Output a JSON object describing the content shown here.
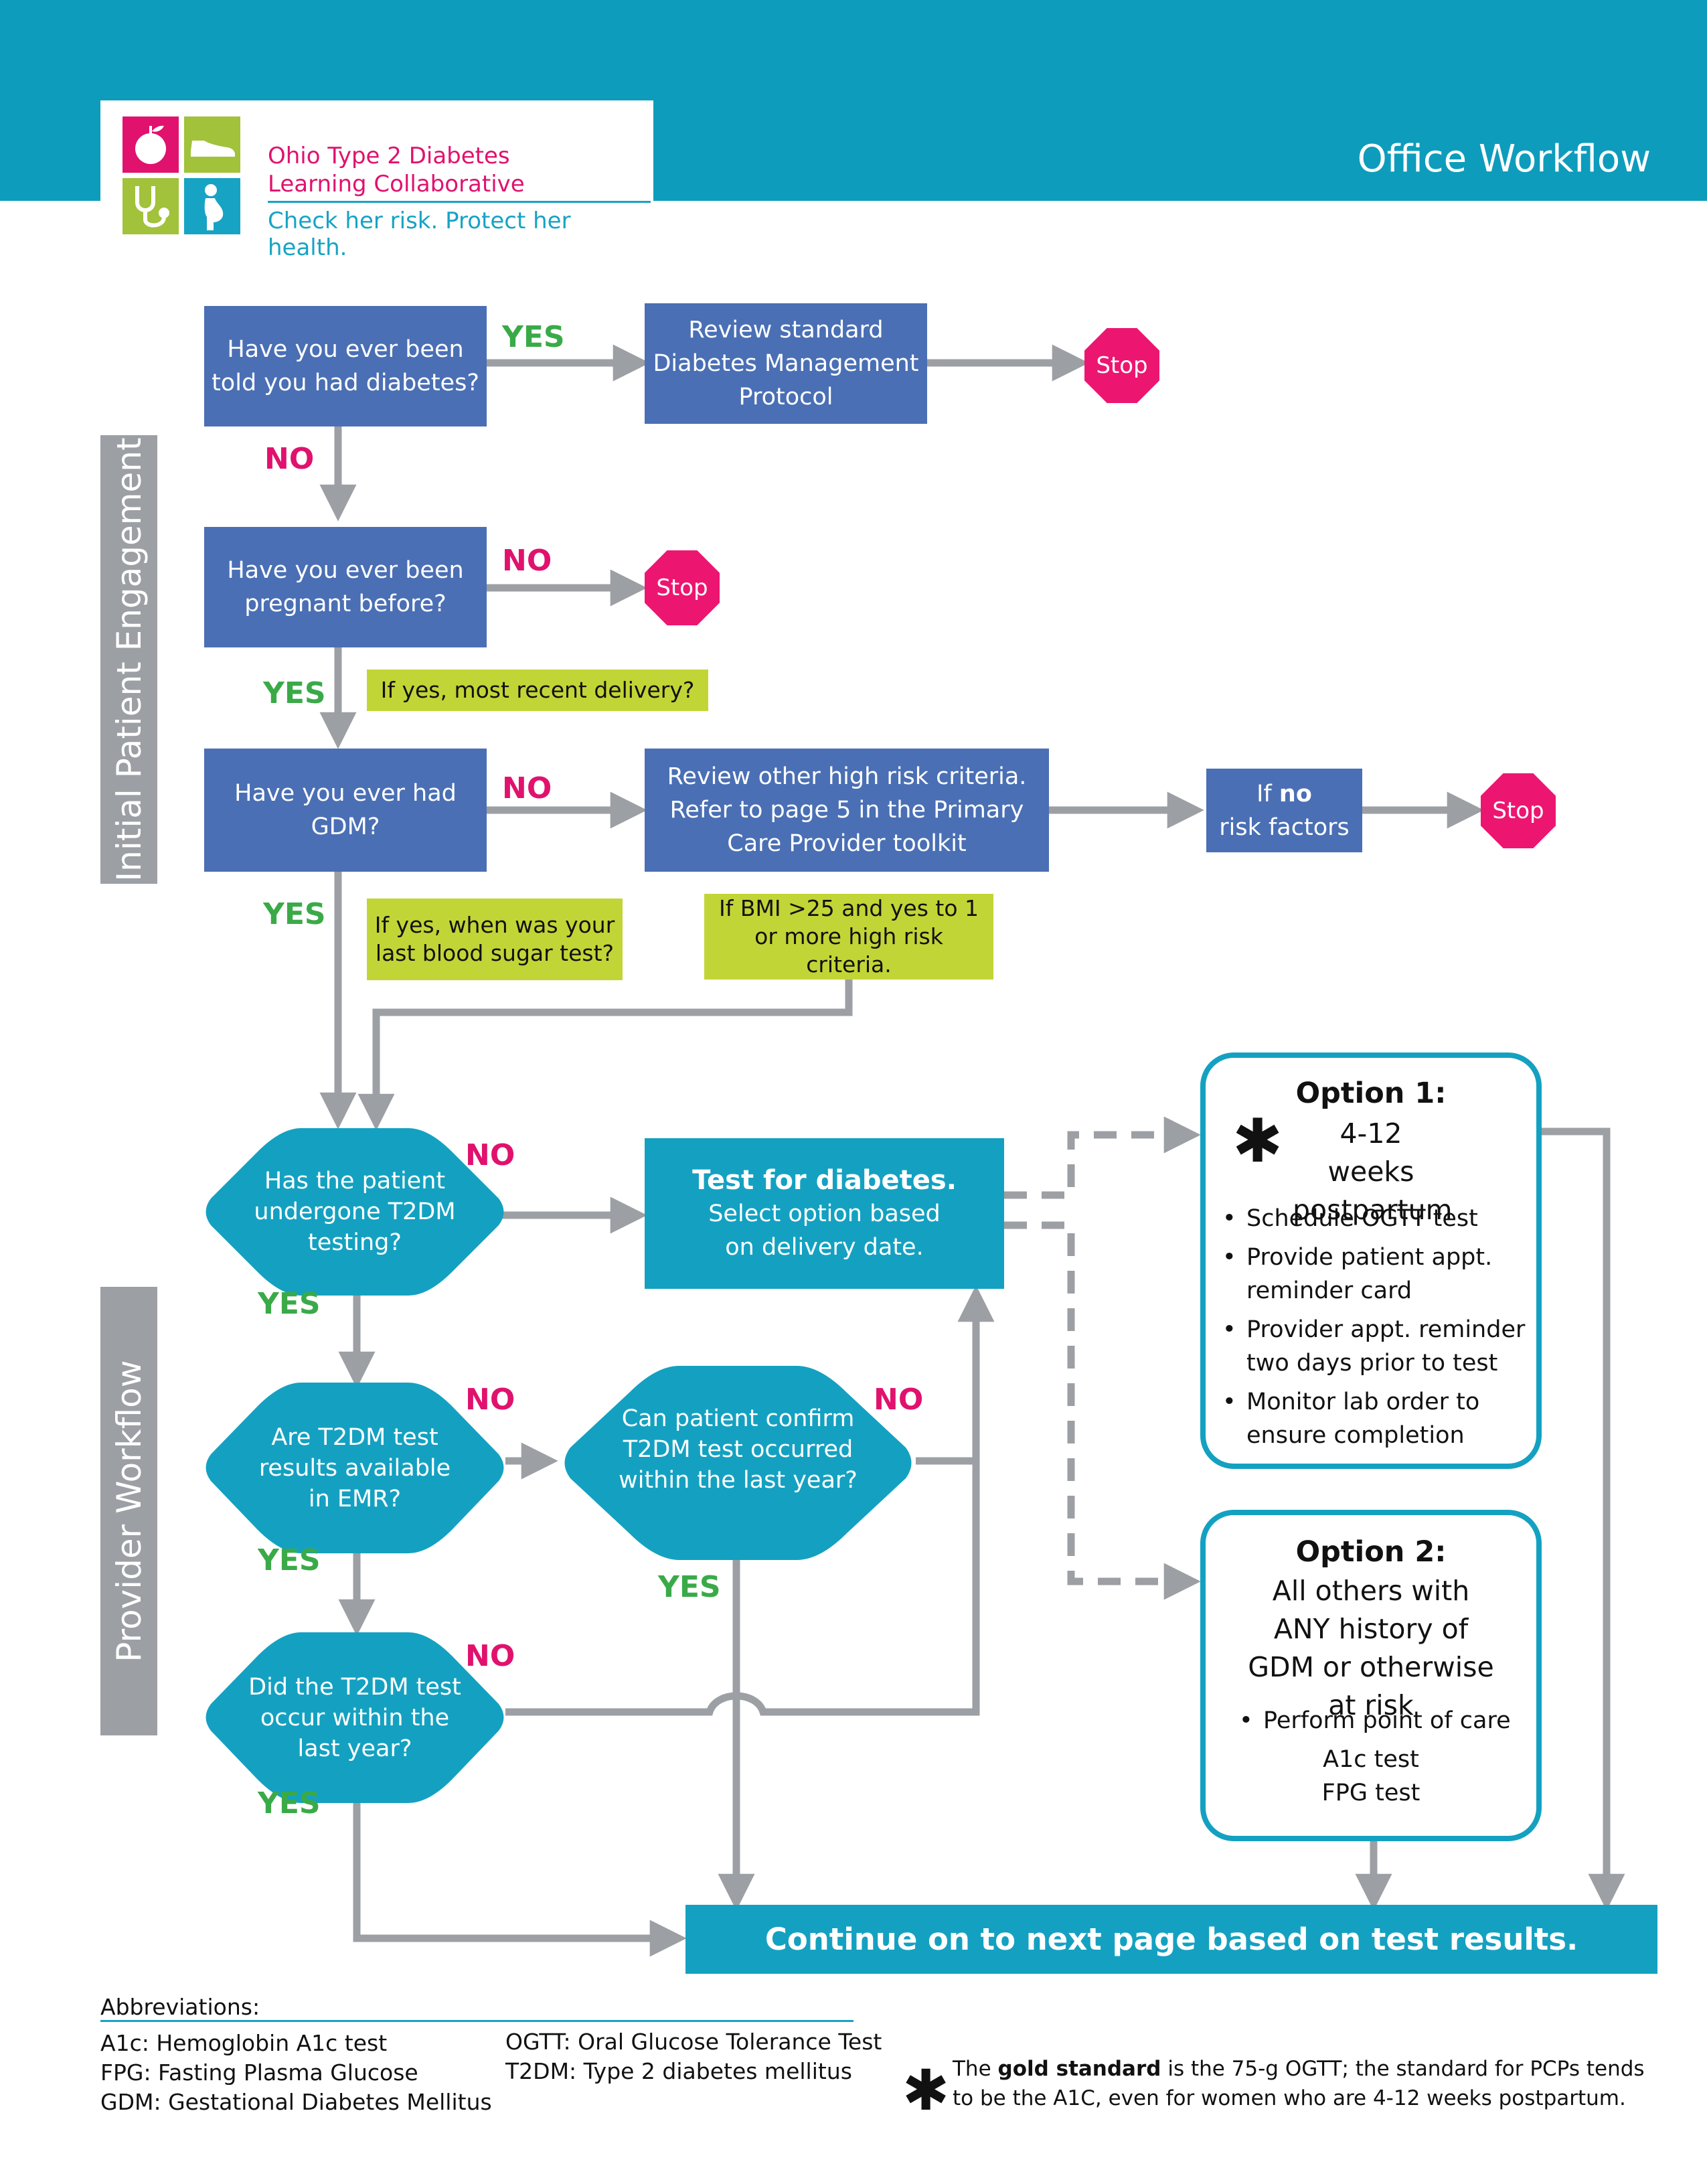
{
  "header": {
    "org_line_1": "Ohio Type 2 Diabetes",
    "org_line_2": "Learning Collaborative",
    "tagline": "Check her risk. Protect her health.",
    "title": "Office Workflow"
  },
  "sections": {
    "initial": "Initial Patient Engagement",
    "provider": "Provider Workflow"
  },
  "boxes": {
    "told_diabetes": "Have you ever been told you had diabetes?",
    "review_protocol": "Review standard Diabetes Management Protocol",
    "ever_pregnant": "Have you ever been pregnant before?",
    "had_gdm": "Have you ever had GDM?",
    "review_criteria": "Review other high risk criteria. Refer to page 5 in the Primary Care Provider toolkit",
    "no_risk_pre": "If",
    "no_risk_bold": "no",
    "no_risk_post": "risk factors",
    "test_title": "Test for diabetes.",
    "test_body": "Select option based on delivery date."
  },
  "stops": {
    "stop1": "Stop",
    "stop2": "Stop",
    "stop3": "Stop"
  },
  "notes": {
    "recent_delivery": "If yes, most recent delivery?",
    "last_test": "If yes, when was your last blood sugar test?",
    "bmi": "If BMI >25 and yes to 1 or more high risk criteria."
  },
  "diamonds": {
    "undergone": "Has the patient undergone T2DM testing?",
    "available": "Are T2DM test results available in EMR?",
    "confirm": "Can patient confirm T2DM test occurred within the last year?",
    "occurred": "Did the T2DM test occur within the last year?"
  },
  "labels": {
    "yes": "YES",
    "no": "NO"
  },
  "option1": {
    "heading": "Option 1:",
    "sub": "4-12 weeks postpartum",
    "items": [
      "Schedule OGTT test",
      "Provide patient appt. reminder card",
      "Provider appt. reminder two days prior to test",
      "Monitor lab order to ensure completion"
    ],
    "asterisk": "✱"
  },
  "option2": {
    "heading": "Option 2:",
    "sub": "All others with ANY history of GDM or otherwise at risk",
    "item": "Perform point of care",
    "tests": [
      "A1c test",
      "FPG test"
    ]
  },
  "continue": "Continue on to next page based on test results.",
  "abbreviations": {
    "title": "Abbreviations:",
    "left": [
      "A1c: Hemoglobin A1c test",
      "FPG: Fasting Plasma Glucose",
      "GDM: Gestational Diabetes Mellitus"
    ],
    "right": [
      "OGTT: Oral Glucose Tolerance Test",
      "T2DM: Type 2 diabetes mellitus"
    ]
  },
  "footnote": {
    "star": "✱",
    "pre": "The",
    "bold": "gold standard",
    "post": "is the 75-g OGTT; the standard for PCPs tends to be the A1C, even for women who are 4-12 weeks postpartum."
  },
  "colors": {
    "header_teal": "#0e9cbc",
    "navy_box": "#4a6fb4",
    "teal_box": "#14a1c1",
    "note_green": "#c2d536",
    "stop_pink": "#ec1671",
    "yes_green": "#3aaa48",
    "no_pink": "#e0126e",
    "connector_gray": "#9c9fa3"
  },
  "icons": [
    "apple-icon",
    "shoe-icon",
    "stethoscope-icon",
    "pregnant-woman-icon"
  ]
}
